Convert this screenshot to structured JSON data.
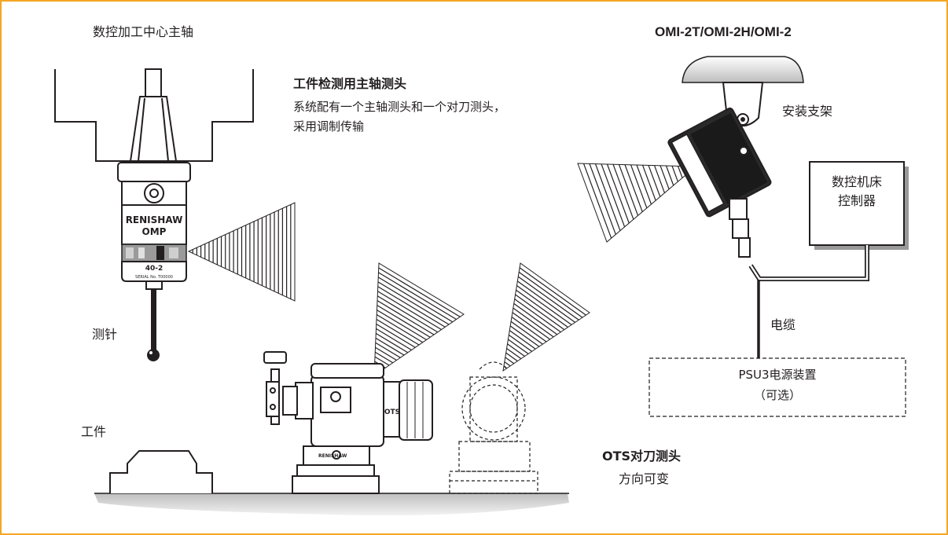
{
  "labels": {
    "spindle_title": "数控加工中心主轴",
    "product_models": "OMI-2T/OMI-2H/OMI-2",
    "spindle_probe_title": "工件检测用主轴测头",
    "spindle_probe_desc_line1": "系统配有一个主轴测头和一个对刀测头，",
    "spindle_probe_desc_line2": "采用调制传输",
    "mounting_bracket": "安装支架",
    "cnc_controller_line1": "数控机床",
    "cnc_controller_line2": "控制器",
    "cable": "电缆",
    "stylus": "测针",
    "workpiece": "工件",
    "psu_line1": "PSU3电源装置",
    "psu_line2": "（可选）",
    "ots_title": "OTS对刀测头",
    "ots_desc": "方向可变"
  },
  "device_text": {
    "probe_brand": "RENISHAW",
    "probe_model": "OMP",
    "probe_number": "40-2",
    "probe_serial": "SERIAL No. T00000",
    "ots_badge": "OTS",
    "ots_brand": "RENISHAW"
  },
  "colors": {
    "frame_border": "#f5a623",
    "line": "#231f20",
    "ground": "#d9d9d9",
    "ceiling": "#d9d9d9"
  }
}
